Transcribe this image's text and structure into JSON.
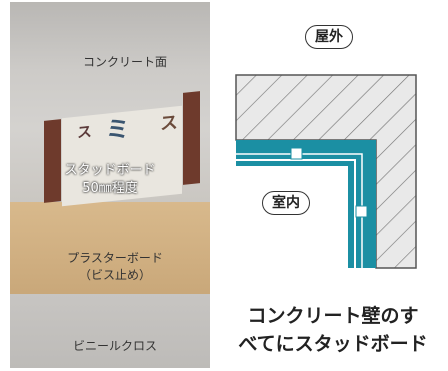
{
  "photo": {
    "concrete_label": "コンクリート面",
    "stud_label_line1": "スタッドボード",
    "stud_label_line2": "50㎜程度",
    "board_label_line1": "プラスターボード",
    "board_label_line2": "（ビス止め）",
    "vinyl_label": "ビニールクロス"
  },
  "diagram": {
    "outdoor_label": "屋外",
    "indoor_label": "室内",
    "colors": {
      "insulation": "#1b8fa3",
      "hatch": "#777777",
      "hatch_bg": "#e9e9e9"
    }
  },
  "caption": {
    "line1": "コンクリート壁のす",
    "line2": "べてにスタッドボード"
  }
}
